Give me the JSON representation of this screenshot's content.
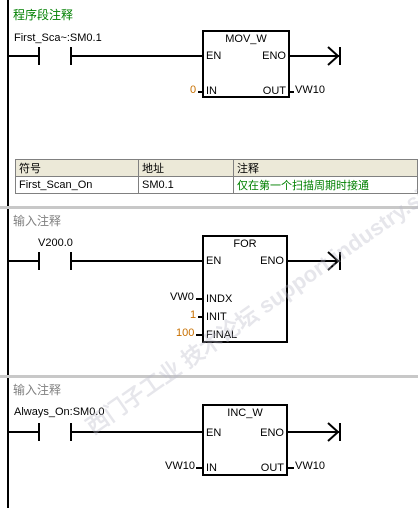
{
  "network1": {
    "comment": "程序段注释",
    "contact_label": "First_Sca~:SM0.1",
    "box_title": "MOV_W",
    "pin_en": "EN",
    "pin_eno": "ENO",
    "pin_in": "IN",
    "pin_out": "OUT",
    "in_value": "0",
    "out_value": "VW10",
    "symbol_table": {
      "headers": [
        "符号",
        "地址",
        "注释"
      ],
      "row": [
        "First_Scan_On",
        "SM0.1",
        "仅在第一个扫描周期时接通"
      ]
    }
  },
  "network2": {
    "comment": "输入注释",
    "contact_label": "V200.0",
    "box_title": "FOR",
    "pin_en": "EN",
    "pin_eno": "ENO",
    "pin_indx": "INDX",
    "pin_init": "INIT",
    "pin_final": "FINAL",
    "indx_value": "VW0",
    "init_value": "1",
    "final_value": "100"
  },
  "network3": {
    "comment": "输入注释",
    "contact_label": "Always_On:SM0.0",
    "box_title": "INC_W",
    "pin_en": "EN",
    "pin_eno": "ENO",
    "pin_in": "IN",
    "pin_out": "OUT",
    "in_value": "VW10",
    "out_value": "VW10"
  },
  "colors": {
    "comment_green": "#008000",
    "comment_gray": "#808080",
    "constant_orange": "#c87000",
    "separator": "#c8c8c8"
  },
  "watermark": "西门子工业 技术论坛 support.industry.siemens.com"
}
